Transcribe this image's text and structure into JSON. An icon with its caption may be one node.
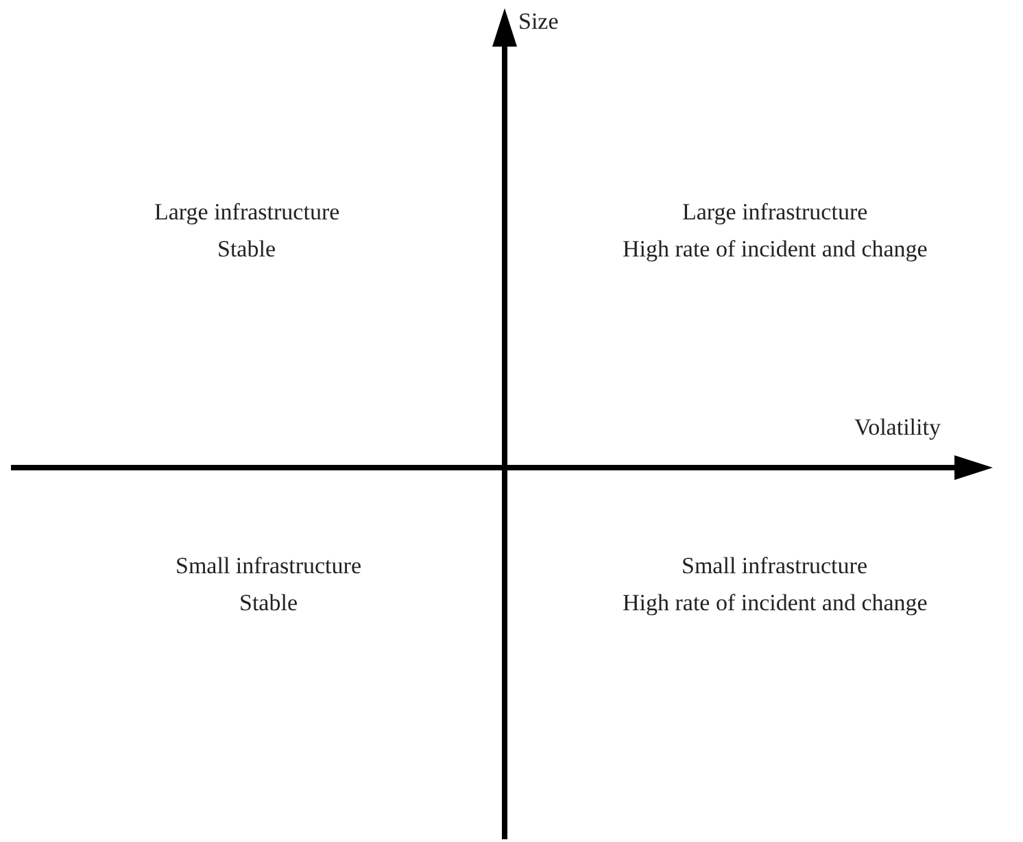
{
  "diagram": {
    "labels": [
      "Size",
      "Large infrastructure",
      "Stable",
      "Large infrastructure",
      "High rate of incident and change",
      "Volatility",
      "Small infrastructure",
      "Stable",
      "Small infrastructure",
      "High rate of incident and change"
    ]
  }
}
